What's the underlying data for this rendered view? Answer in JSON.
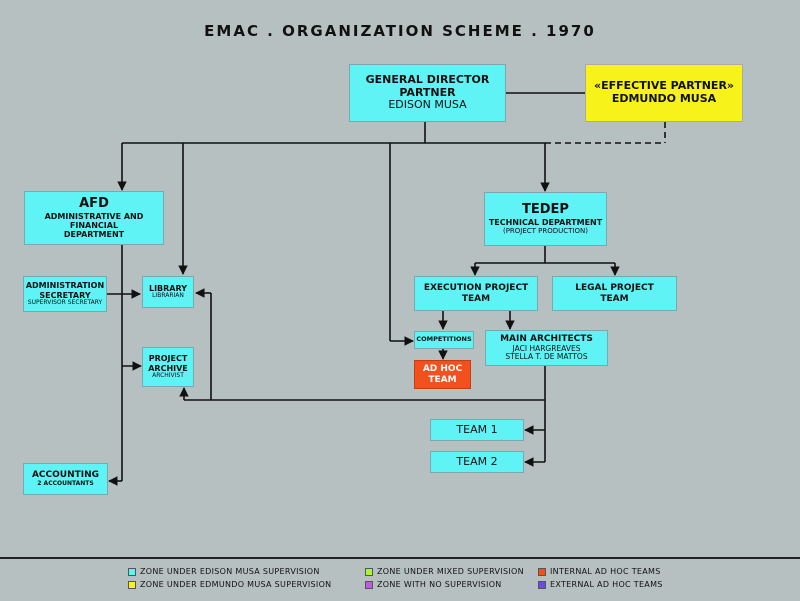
{
  "title": "EMAC . ORGANIZATION SCHEME . 1970",
  "colors": {
    "background": "#b7c0c0",
    "edison": "#5ff3f6",
    "edmundo": "#f7f31a",
    "mixed": "#a8f53a",
    "none": "#c05ae0",
    "internal": "#f2501c",
    "external": "#6a4af0"
  },
  "boxes": {
    "general_director": {
      "line1": "GENERAL DIRECTOR",
      "line2": "PARTNER",
      "line3": "EDISON MUSA"
    },
    "effective_partner": {
      "line1": "«EFFECTIVE PARTNER»",
      "line2": "EDMUNDO MUSA"
    },
    "afd": {
      "line1": "AFD",
      "line2": "ADMINISTRATIVE AND FINANCIAL",
      "line3": "DEPARTMENT"
    },
    "tedep": {
      "line1": "TEDEP",
      "line2": "TECHNICAL DEPARTMENT",
      "line3": "(PROJECT PRODUCTION)"
    },
    "admin_secretary": {
      "line1": "ADMINISTRATION",
      "line2": "SECRETARY",
      "line3": "SUPERVISOR SECRETARY"
    },
    "library": {
      "line1": "LIBRARY",
      "line2": "LIBRARIAN"
    },
    "project_archive": {
      "line1": "PROJECT",
      "line2": "ARCHIVE",
      "line3": "ARCHIVIST"
    },
    "accounting": {
      "line1": "ACCOUNTING",
      "line2": "2 ACCOUNTANTS"
    },
    "execution_team": {
      "line1": "EXECUTION PROJECT",
      "line2": "TEAM"
    },
    "legal_team": {
      "line1": "LEGAL PROJECT",
      "line2": "TEAM"
    },
    "competitions": {
      "line1": "COMPETITIONS"
    },
    "main_architects": {
      "line1": "MAIN ARCHITECTS",
      "line2": "JACI HARGREAVES",
      "line3": "STELLA T. DE MATTOS"
    },
    "ad_hoc": {
      "line1": "AD HOC",
      "line2": "TEAM"
    },
    "team1": {
      "line1": "TEAM 1"
    },
    "team2": {
      "line1": "TEAM 2"
    }
  },
  "legend": {
    "edison": "ZONE UNDER EDISON MUSA SUPERVISION",
    "edmundo": "ZONE UNDER EDMUNDO MUSA SUPERVISION",
    "mixed": "ZONE UNDER MIXED SUPERVISION",
    "none": "ZONE WITH NO SUPERVISION",
    "internal": "INTERNAL AD HOC TEAMS",
    "external": "EXTERNAL AD HOC TEAMS"
  }
}
